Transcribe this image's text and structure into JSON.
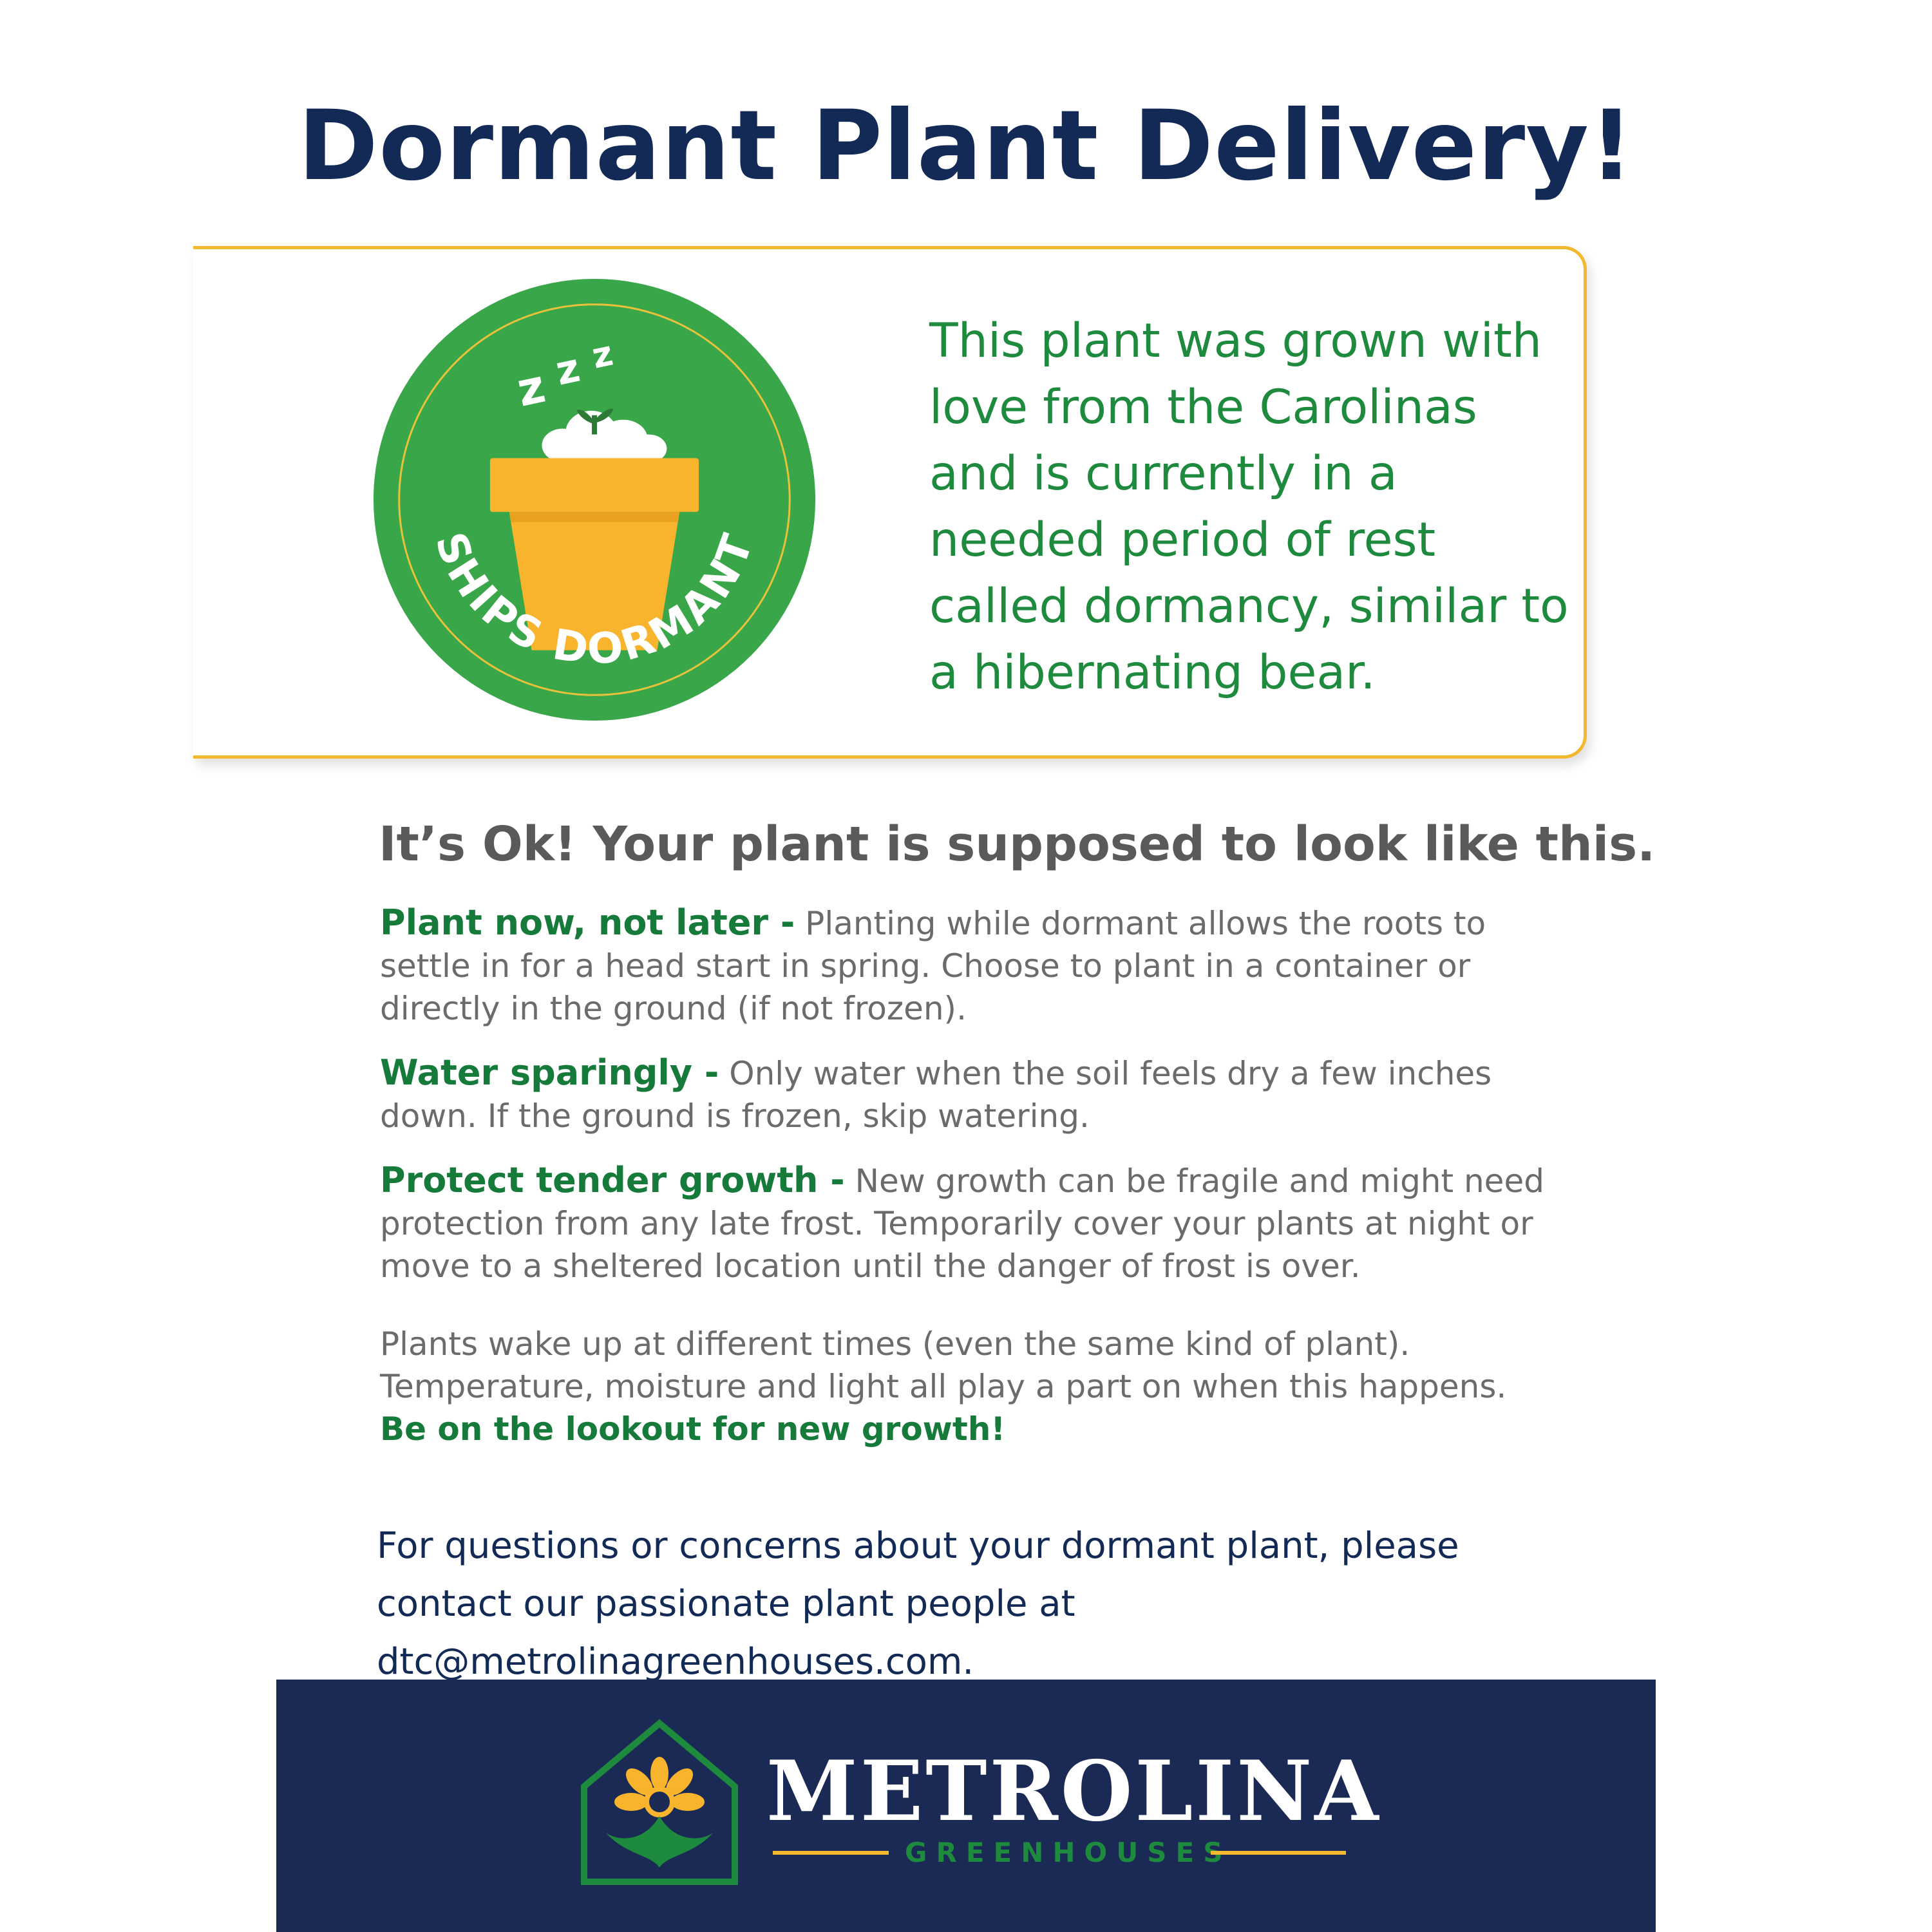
{
  "title": "Dormant Plant Delivery!",
  "badge": {
    "zzz": "z z z",
    "label": "SHIPS DORMANT"
  },
  "intro": "This plant was grown with love from the Carolinas and is currently in a needed period of rest called dormancy, similar to a hibernating bear.",
  "ok_heading": "It’s Ok! Your plant is supposed to look like this.",
  "tips": [
    {
      "label": "Plant now, not later -",
      "text": "Planting while dormant allows the roots to settle in for a head start in spring. Choose to plant in a container or directly in the ground (if not frozen)."
    },
    {
      "label": "Water sparingly -",
      "text": "Only water when the soil feels dry a few inches down. If the ground is frozen, skip watering."
    },
    {
      "label": "Protect tender growth -",
      "text": "New growth can be fragile and might need protection from any late frost. Temporarily cover your plants at night or move to a sheltered location until the danger of frost is over."
    }
  ],
  "wake_note": {
    "text": "Plants wake up at different times (even the same kind of plant). Temperature, moisture and light all play a part on when this happens.",
    "lookout": "Be on the lookout for new growth!"
  },
  "contact": "For questions or concerns about your dormant plant, please contact our passionate plant people at dtc@metrolinagreenhouses.com.",
  "brand": {
    "name": "METROLINA",
    "sub": "GREENHOUSES"
  },
  "colors": {
    "navy": "#122a55",
    "footer_navy": "#1b2a55",
    "green": "#1e8a3d",
    "badge_green": "#3aa64a",
    "gold": "#f2b830",
    "gray_text": "#6b6b6b"
  },
  "icons": [
    "sleeping-pot-icon",
    "metrolina-logo-icon"
  ]
}
